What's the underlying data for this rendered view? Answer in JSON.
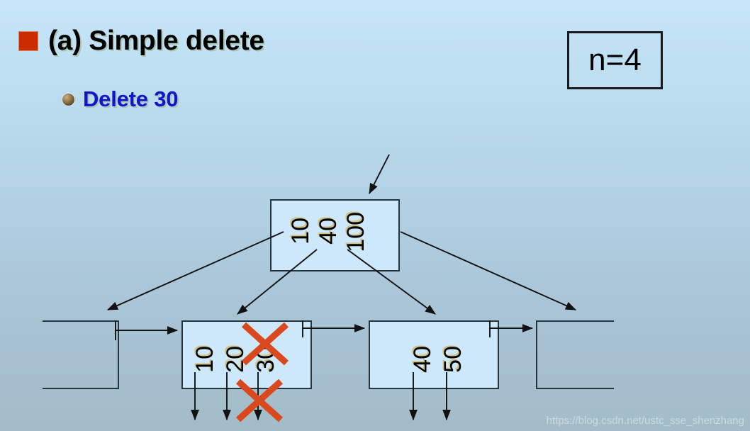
{
  "slide": {
    "title": "(a) Simple delete",
    "subtitle": "Delete 30",
    "order_box": "n=4",
    "watermark": "https://blog.csdn.net/ustc_sse_shenzhang",
    "colors": {
      "bullet_square": "#cc2a00",
      "subtitle_text": "#1414c8",
      "node_fill": "#cde8fb",
      "node_border": "#25343d",
      "strike_red": "#d9491d",
      "background_top": "#c6e5f8",
      "background_bottom": "#a3bcc9"
    }
  },
  "tree": {
    "root": {
      "label": "root-node",
      "keys": [
        "10",
        "40",
        "100"
      ],
      "pointer_count": 4
    },
    "leaves": [
      {
        "label": "leaf-node-clipped-left",
        "keys": [],
        "clipped": "left",
        "record_pointers": []
      },
      {
        "label": "leaf-node-10-20-30",
        "keys": [
          "10",
          "20",
          "30"
        ],
        "clipped": "none",
        "record_pointers": [
          "10",
          "20",
          "30"
        ],
        "deleted_key": "30"
      },
      {
        "label": "leaf-node-40-50",
        "keys": [
          "40",
          "50"
        ],
        "clipped": "none",
        "record_pointers": [
          "40",
          "50"
        ]
      },
      {
        "label": "leaf-node-clipped-right",
        "keys": [],
        "clipped": "right",
        "record_pointers": []
      }
    ]
  },
  "annotations": {
    "strikethrough_key": "30",
    "strikethrough_pointer": "record-pointer-30"
  }
}
